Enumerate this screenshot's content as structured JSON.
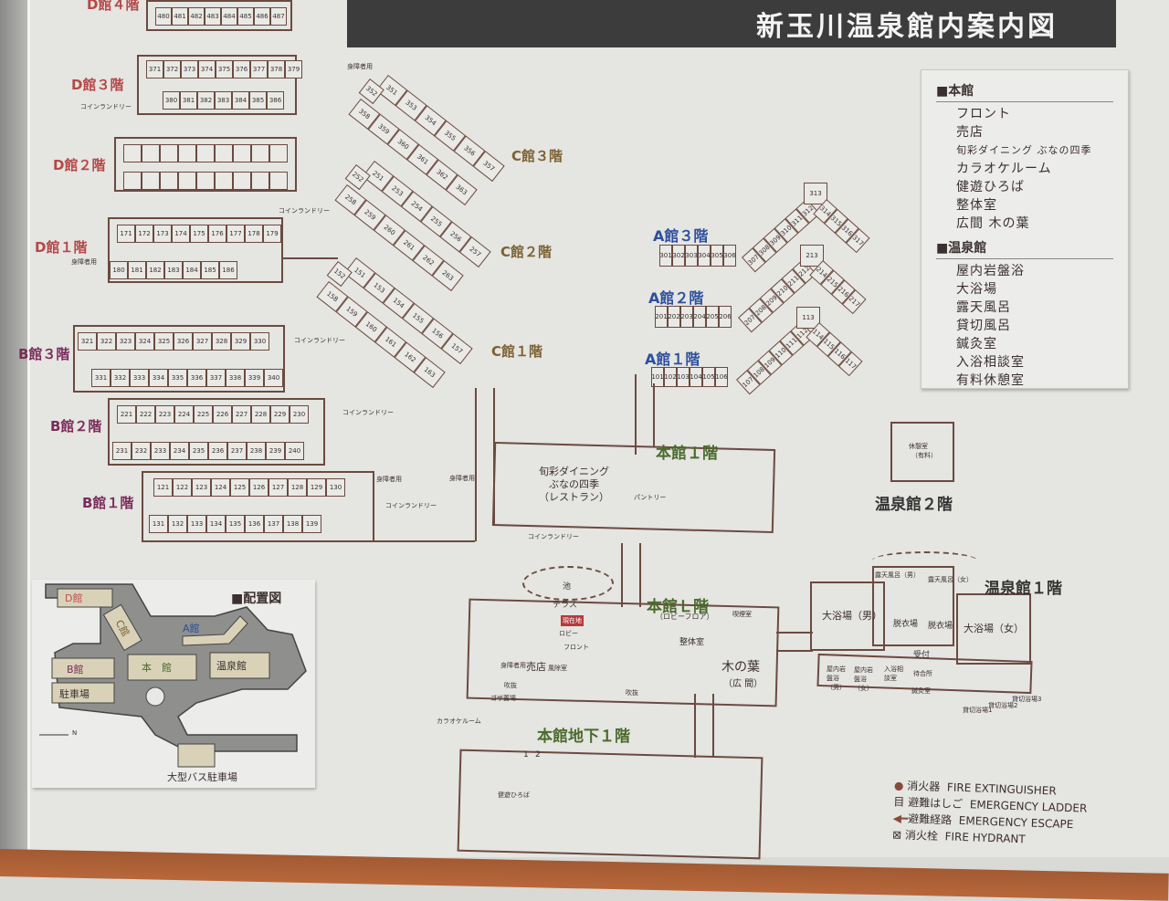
{
  "header": {
    "title": "新玉川温泉館内案内図"
  },
  "wings": {
    "D4": {
      "label": "D館４階",
      "rows": [
        [
          "480",
          "481",
          "482",
          "483",
          "484",
          "485",
          "486",
          "487"
        ]
      ]
    },
    "D3": {
      "label": "D館３階",
      "rows": [
        [
          "371",
          "372",
          "373",
          "374",
          "375",
          "376",
          "377",
          "378",
          "379"
        ],
        [
          "380",
          "381",
          "382",
          "383",
          "384",
          "385",
          "386"
        ]
      ]
    },
    "D2": {
      "label": "D館２階",
      "rows": []
    },
    "D1": {
      "label": "D館１階",
      "rows": [
        [
          "171",
          "172",
          "173",
          "174",
          "175",
          "176",
          "177",
          "178",
          "179"
        ],
        [
          "180",
          "181",
          "182",
          "183",
          "184",
          "185",
          "186"
        ]
      ]
    },
    "B3": {
      "label": "B館３階",
      "rows": [
        [
          "321",
          "322",
          "323",
          "324",
          "325",
          "326",
          "327",
          "328",
          "329",
          "330"
        ],
        [
          "331",
          "332",
          "333",
          "334",
          "335",
          "336",
          "337",
          "338",
          "339",
          "340"
        ]
      ]
    },
    "B2": {
      "label": "B館２階",
      "rows": [
        [
          "221",
          "222",
          "223",
          "224",
          "225",
          "226",
          "227",
          "228",
          "229",
          "230"
        ],
        [
          "231",
          "232",
          "233",
          "234",
          "235",
          "236",
          "237",
          "238",
          "239",
          "240"
        ]
      ]
    },
    "B1": {
      "label": "B館１階",
      "rows": [
        [
          "121",
          "122",
          "123",
          "124",
          "125",
          "126",
          "127",
          "128",
          "129",
          "130"
        ],
        [
          "131",
          "132",
          "133",
          "134",
          "135",
          "136",
          "137",
          "138",
          "139"
        ]
      ]
    },
    "C3": {
      "label": "C館３階",
      "rows": [
        [
          "351",
          "353",
          "354",
          "355",
          "356",
          "357"
        ],
        [
          "358",
          "359",
          "360",
          "361",
          "362",
          "363"
        ],
        [
          "352"
        ]
      ]
    },
    "C2": {
      "label": "C館２階",
      "rows": [
        [
          "251",
          "253",
          "254",
          "255",
          "256",
          "257"
        ],
        [
          "258",
          "259",
          "260",
          "261",
          "262",
          "263"
        ],
        [
          "252"
        ]
      ]
    },
    "C1": {
      "label": "C館１階",
      "rows": [
        [
          "151",
          "153",
          "154",
          "155",
          "156",
          "157"
        ],
        [
          "158",
          "159",
          "160",
          "161",
          "162",
          "163"
        ],
        [
          "152"
        ]
      ]
    },
    "A3": {
      "label": "A館３階",
      "rows": [
        [
          "301",
          "302",
          "303",
          "304",
          "305",
          "306"
        ],
        [
          "307",
          "308",
          "309",
          "310",
          "311",
          "312"
        ],
        [
          "313"
        ],
        [
          "314",
          "315",
          "316",
          "317"
        ]
      ]
    },
    "A2": {
      "label": "A館２階",
      "rows": [
        [
          "201",
          "202",
          "203",
          "204",
          "205",
          "206"
        ],
        [
          "207",
          "208",
          "209",
          "210",
          "211",
          "212"
        ],
        [
          "213"
        ],
        [
          "214",
          "215",
          "216",
          "217"
        ]
      ]
    },
    "A1": {
      "label": "A館１階",
      "rows": [
        [
          "101",
          "102",
          "103",
          "104",
          "105",
          "106"
        ],
        [
          "107",
          "108",
          "109",
          "110",
          "111",
          "112"
        ],
        [
          "113"
        ],
        [
          "114",
          "115",
          "116",
          "117"
        ]
      ]
    }
  },
  "annotations": {
    "coin_laundry": "コインランドリー",
    "accessible": "身障者用"
  },
  "main_1f": {
    "label": "本館１階",
    "restaurant": [
      "旬彩ダイニング",
      "ぶなの四季",
      "（レストラン）"
    ],
    "pantry": "パントリー"
  },
  "main_l": {
    "label": "本館Ｌ階",
    "sub": "（ロビーフロア）",
    "pond": "池",
    "terrace": "テラス",
    "here": "現在地",
    "lobby": "ロビー",
    "front": "フロント",
    "shop": "売店",
    "windbreak": "風除室",
    "accessible": "身障者用",
    "seitai": "整体室",
    "smoking": "喫煙室",
    "konoha": "木の葉",
    "hiroma": "（広 間）",
    "fukinuke": "吹抜",
    "goza": "ゴザ置場"
  },
  "main_b1": {
    "label": "本館地下１階",
    "karaoke": "カラオケルーム",
    "kenyu": "健遊ひろば",
    "room1": "1",
    "room2": "2"
  },
  "onsen_1f": {
    "label": "温泉館１階",
    "rotenM": "露天風呂（男）",
    "rotenF": "露天風呂（女）",
    "bathM": "大浴場（男）",
    "bathF": "大浴場（女）",
    "dressing1": "脱衣場",
    "dressing2": "脱衣場",
    "reception": "受付",
    "ganbanM": "屋内岩盤浴（男）",
    "ganbanF": "屋内岩盤浴（女）",
    "consult": "入浴相談室",
    "waiting": "待合所",
    "acupuncture": "鍼灸室",
    "private1": "貸切浴場1",
    "private2": "貸切浴場2",
    "private3": "貸切浴場3"
  },
  "onsen_2f": {
    "label": "温泉館２階",
    "rest": "休憩室",
    "rest_sub": "（有料）"
  },
  "legend": {
    "honkan": {
      "title": "本館",
      "items": [
        "フロント",
        "売店",
        "旬彩ダイニング ぶなの四季",
        "カラオケルーム",
        "健遊ひろば",
        "整体室",
        "広間 木の葉"
      ]
    },
    "onsenkan": {
      "title": "温泉館",
      "items": [
        "屋内岩盤浴",
        "大浴場",
        "露天風呂",
        "貸切風呂",
        "鍼灸室",
        "入浴相談室",
        "有料休憩室"
      ]
    }
  },
  "site_map": {
    "title": "配置図",
    "D": "D館",
    "C": "C館",
    "A": "A館",
    "B": "B館",
    "main": "本　館",
    "onsen": "温泉館",
    "parking": "駐車場",
    "bus": "大型バス駐車場",
    "north": "N"
  },
  "safety_legend": [
    {
      "icon": "fire-extinguisher-icon",
      "jp": "消火器",
      "en": "FIRE EXTINGUISHER"
    },
    {
      "icon": "emergency-ladder-icon",
      "jp": "避難はしご",
      "en": "EMERGENCY LADDER"
    },
    {
      "icon": "emergency-escape-icon",
      "jp": "避難経路",
      "en": "EMERGENCY ESCAPE"
    },
    {
      "icon": "fire-hydrant-icon",
      "jp": "消火栓",
      "en": "FIRE HYDRANT"
    }
  ],
  "colors": {
    "wall": "#6b4a40",
    "D": "#b44848",
    "B": "#7a2c5a",
    "C": "#7b6134",
    "A": "#2d4f9e",
    "main": "#4b6b2d",
    "here": "#b53a3a"
  }
}
